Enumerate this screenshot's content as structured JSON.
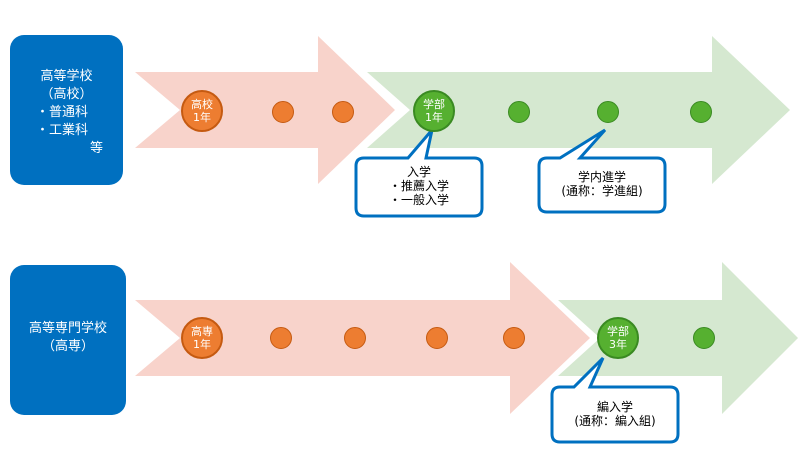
{
  "rows": [
    {
      "box_lines": [
        "高等学校",
        "（高校）",
        "・普通科",
        "・工業科",
        "等"
      ],
      "start_circle": {
        "line1": "高校",
        "line2": "1年"
      },
      "end_circle": {
        "line1": "学部",
        "line2": "1年"
      },
      "callouts": [
        {
          "lines": [
            "入学",
            "・推薦入学",
            "・一般入学"
          ]
        },
        {
          "lines": [
            "学内進学",
            "(通称：学進組)"
          ]
        }
      ]
    },
    {
      "box_lines": [
        "高等専門学校",
        "（高専）"
      ],
      "start_circle": {
        "line1": "高専",
        "line2": "1年"
      },
      "end_circle": {
        "line1": "学部",
        "line2": "3年"
      },
      "callouts": [
        {
          "lines": [
            "編入学",
            "(通称：編入組)"
          ]
        }
      ]
    }
  ],
  "colors": {
    "box": "#0070c0",
    "arrow_pink": "#f8d3cb",
    "arrow_green": "#d5e8d0",
    "circle_orange": "#ed7d31",
    "circle_green": "#56b030",
    "callout_border": "#0070c0"
  }
}
